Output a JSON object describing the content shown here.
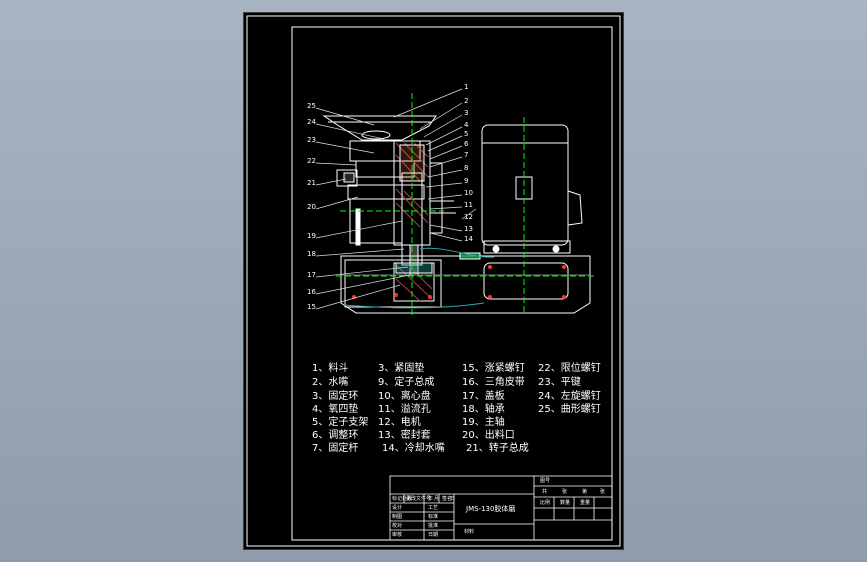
{
  "colors": {
    "background": "#98a4b3",
    "sheet": "#000000",
    "line": "#ffffff",
    "centerline": "#00ff00",
    "hatch": "#b04040",
    "leader": "#e0e0e0",
    "cutting": "#2fa8a8",
    "marker": "#ff3030"
  },
  "callouts": {
    "left": [
      "25",
      "24",
      "23",
      "22",
      "21",
      "20",
      "19",
      "18",
      "17",
      "16",
      "15"
    ],
    "right": [
      "1",
      "2",
      "3",
      "4",
      "5",
      "6",
      "7",
      "8",
      "9",
      "10",
      "11",
      "12",
      "13",
      "14"
    ]
  },
  "legend": [
    [
      "1、料斗",
      "3、紧固垫",
      "15、涨紧螺钉",
      "22、限位螺钉"
    ],
    [
      "2、水嘴",
      "9、定子总成",
      "16、三角皮带",
      "23、平键"
    ],
    [
      "3、固定环",
      "10、离心盘",
      "17、盖板",
      "24、左旋螺钉"
    ],
    [
      "4、氧四垫",
      "11、溢流孔",
      "18、轴承",
      "25、曲形螺钉"
    ],
    [
      "5、定子支架",
      "12、电机",
      "19、主轴",
      ""
    ],
    [
      "6、调整环",
      "13、密封套",
      "20、出料口",
      ""
    ],
    [
      "7、固定杆",
      "14、冷却水嘴",
      "21、转子总成",
      ""
    ]
  ],
  "title_block": {
    "drawing_no": "图号",
    "part_name": "JMS-130胶体磨",
    "material": "材料",
    "col_labels": [
      "共",
      "张",
      "第",
      "张"
    ],
    "col_labels2": [
      "比例",
      "数量",
      "重量"
    ],
    "sign_rows": [
      "标记处数",
      "设计",
      "制图",
      "校对",
      "审核",
      "工艺",
      "标准",
      "批准",
      "日期",
      "签名"
    ],
    "misc": [
      "更改文件号",
      "年",
      "月",
      "日"
    ]
  }
}
